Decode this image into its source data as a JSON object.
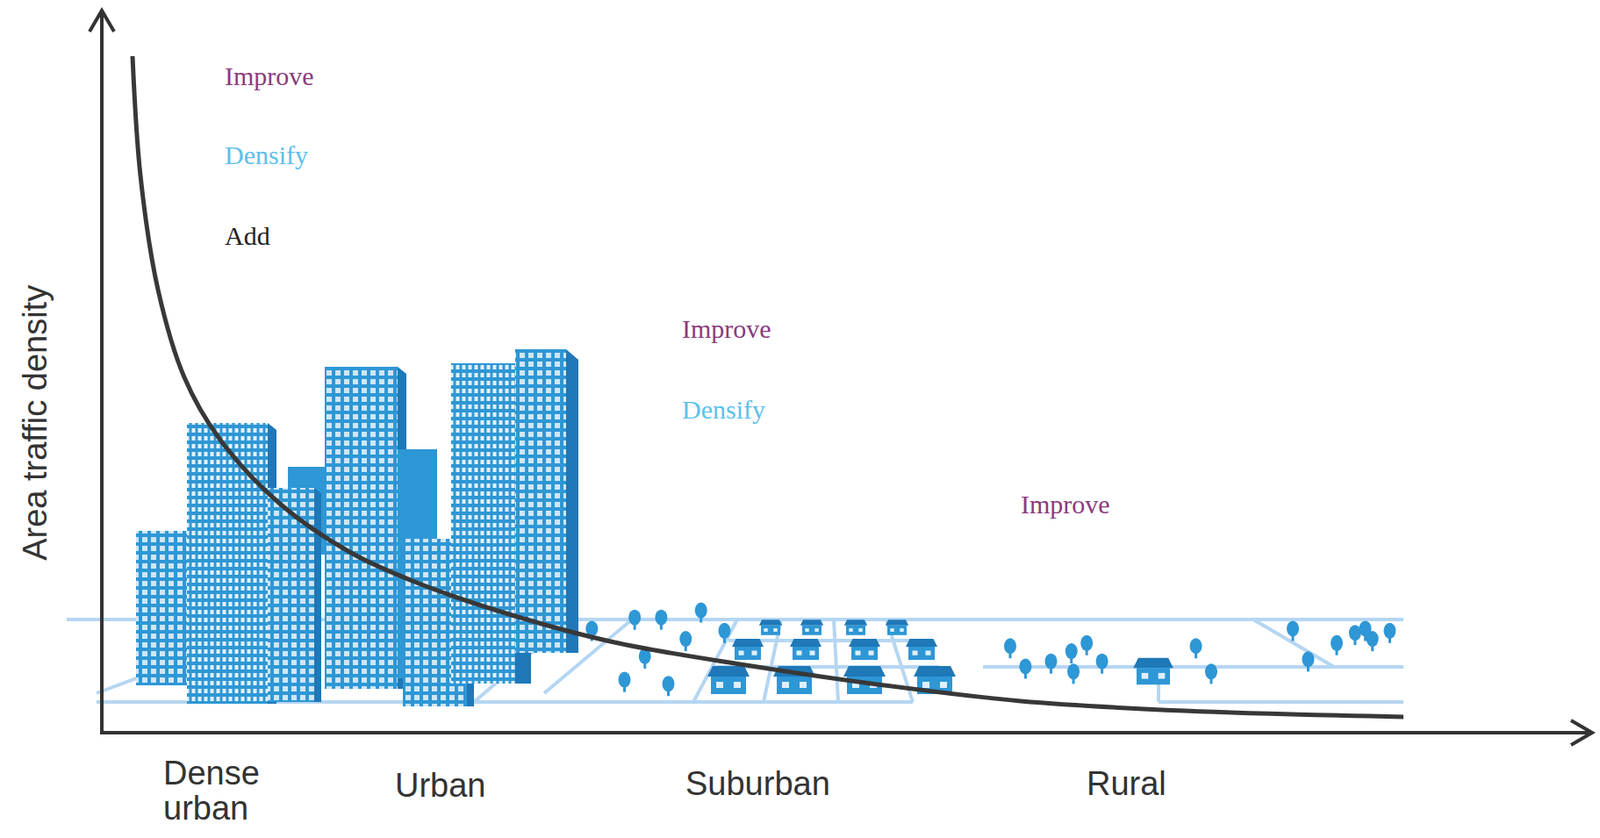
{
  "diagram": {
    "labels": [
      "Improve",
      "Densify",
      "Add",
      "Improve",
      "Densify",
      "Improve",
      "Area traffic density",
      "Dense urban",
      "Urban",
      "Suburban",
      "Rural"
    ]
  }
}
